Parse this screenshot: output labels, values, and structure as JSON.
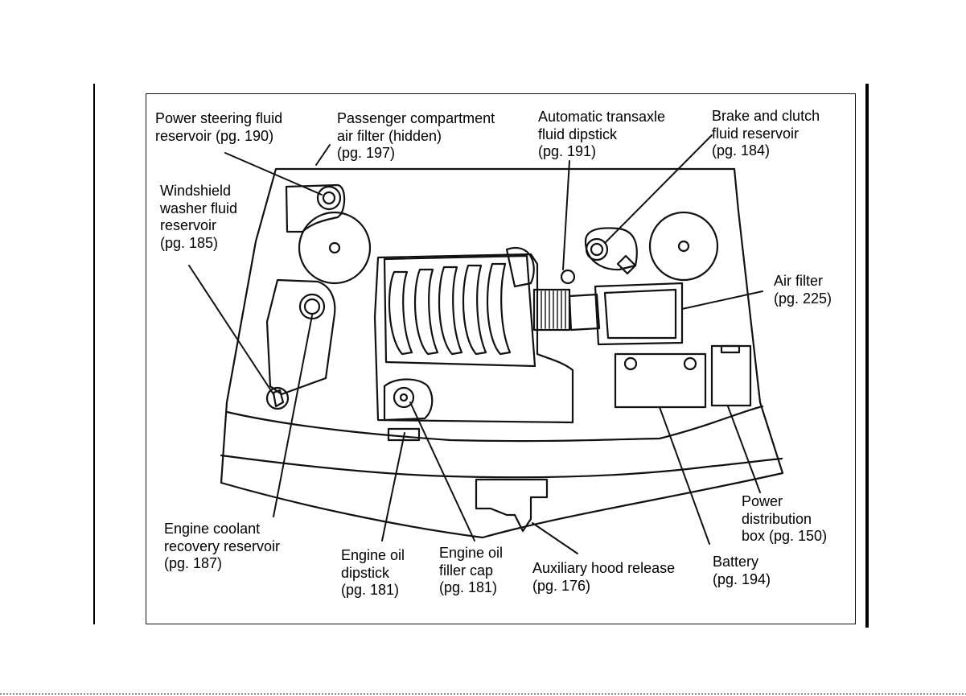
{
  "labels": {
    "power_steering": [
      "Power steering fluid",
      "reservoir (pg. 190)"
    ],
    "passenger_filter": [
      "Passenger compartment",
      "air filter (hidden)",
      "(pg. 197)"
    ],
    "transaxle_dipstick": [
      "Automatic transaxle",
      "fluid dipstick",
      "(pg. 191)"
    ],
    "brake_clutch": [
      "Brake and clutch",
      "fluid reservoir",
      "(pg. 184)"
    ],
    "washer_fluid": [
      "Windshield",
      "washer fluid",
      "reservoir",
      "(pg. 185)"
    ],
    "air_filter": [
      "Air filter",
      "(pg. 225)"
    ],
    "power_distribution": [
      "Power",
      "distribution",
      "box (pg. 150)"
    ],
    "engine_coolant": [
      "Engine coolant",
      "recovery reservoir",
      "(pg. 187)"
    ],
    "engine_oil_dipstick": [
      "Engine oil",
      "dipstick",
      "(pg. 181)"
    ],
    "engine_oil_filler": [
      "Engine oil",
      "filler cap",
      "(pg. 181)"
    ],
    "hood_release": [
      "Auxiliary hood release",
      "(pg. 176)"
    ],
    "battery": [
      "Battery",
      "(pg. 194)"
    ]
  }
}
